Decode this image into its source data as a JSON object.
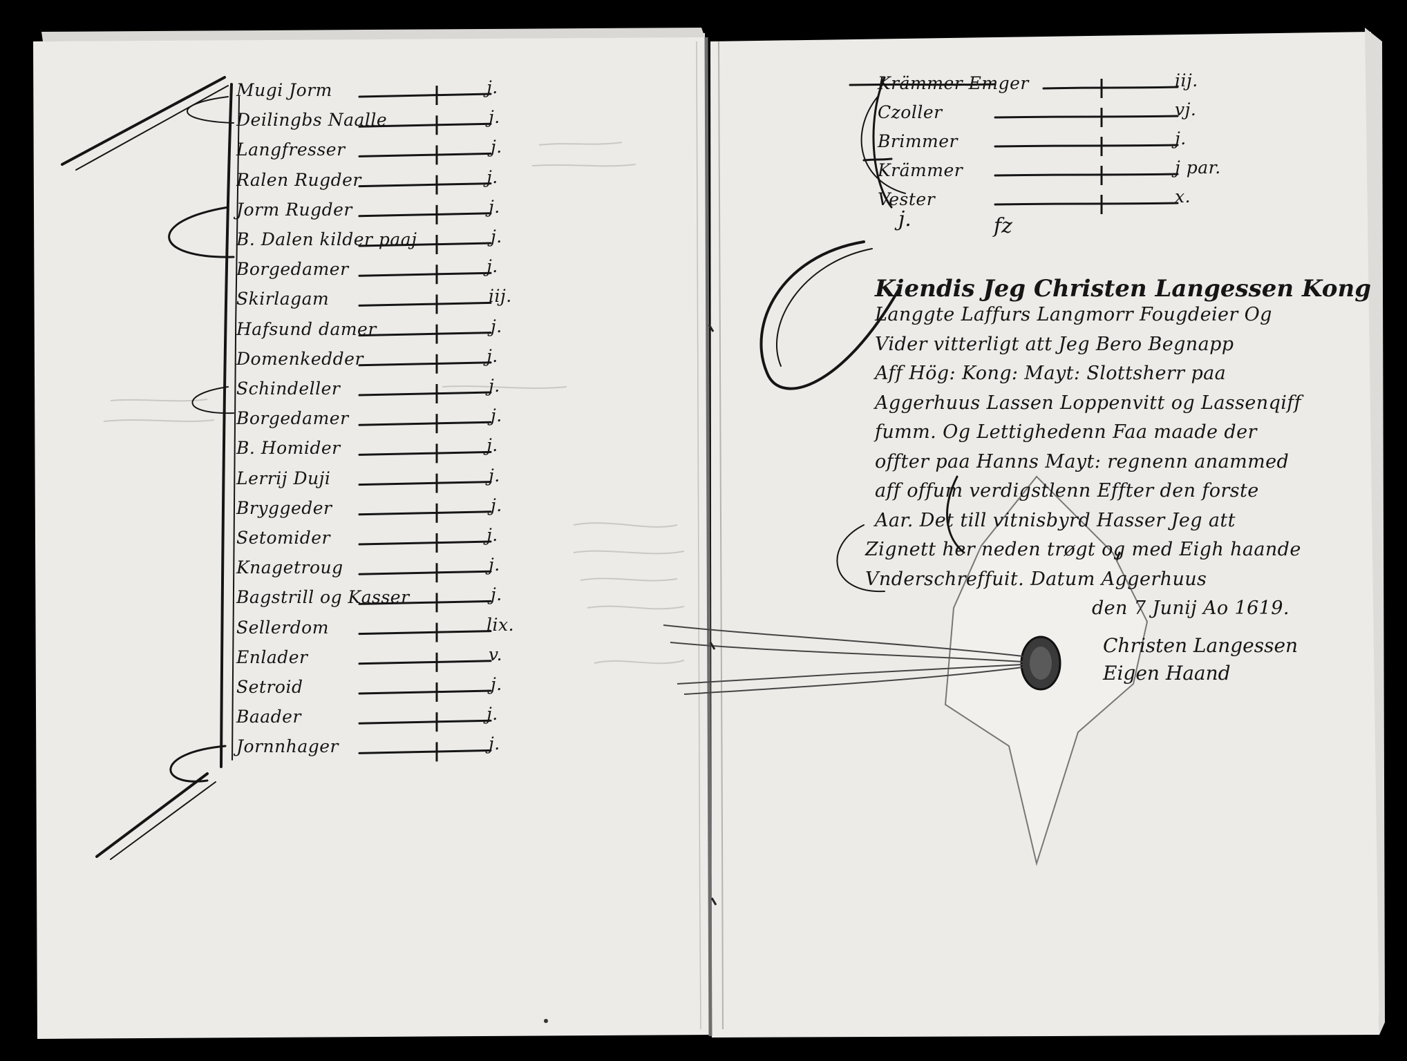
{
  "left_page": {
    "entries": [
      {
        "name": "Mugi Jorm",
        "mark": "j."
      },
      {
        "name": "Deilingbs Naalle",
        "mark": "j."
      },
      {
        "name": "Langfresser",
        "mark": "j."
      },
      {
        "name": "Ralen Rugder",
        "mark": "j."
      },
      {
        "name": "Jorm Rugder",
        "mark": "j."
      },
      {
        "name": "B. Dalen kilder paaj",
        "mark": "j."
      },
      {
        "name": "Borgedamer",
        "mark": "j."
      },
      {
        "name": "Skirlagam",
        "mark": "iij."
      },
      {
        "name": "Hafsund damer",
        "mark": "j."
      },
      {
        "name": "Domenkedder",
        "mark": "j."
      },
      {
        "name": "Schindeller",
        "mark": "j."
      },
      {
        "name": "Borgedamer",
        "mark": "j."
      },
      {
        "name": "B. Homider",
        "mark": "j."
      },
      {
        "name": "Lerrij Duji",
        "mark": "j."
      },
      {
        "name": "Bryggeder",
        "mark": "j."
      },
      {
        "name": "Setomider",
        "mark": "j."
      },
      {
        "name": "Knagetroug",
        "mark": "j."
      },
      {
        "name": "Bagstrill og Kasser",
        "mark": "j."
      },
      {
        "name": "Sellerdom",
        "mark": "lix."
      },
      {
        "name": "Enlader",
        "mark": "v."
      },
      {
        "name": "Setroid",
        "mark": "j."
      },
      {
        "name": "Baader",
        "mark": "j."
      },
      {
        "name": "Jornnhager",
        "mark": "j."
      }
    ]
  },
  "right_page": {
    "entries": [
      {
        "name": "Krämmer Emger",
        "mark": "iij."
      },
      {
        "name": "Czoller",
        "mark": "vj."
      },
      {
        "name": "Brimmer",
        "mark": "j."
      },
      {
        "name": "Krämmer",
        "mark": "j par."
      },
      {
        "name": "Vester",
        "mark": "x."
      }
    ],
    "closing_mark": "j.",
    "flourish_mark": "fz",
    "heading": "Kiendis Jeg Christen Langessen Kong",
    "letter_lines": [
      "Langgte Laffurs Langmorr Fougdeier Og",
      "Vider vitterligt att Jeg Bero Begnapp",
      "Aff Hög: Kong: Mayt: Slottsherr paa",
      "Aggerhuus Lassen Loppenvitt og Lassenqiff",
      "fumm. Og Lettighedenn Faa maade der",
      "offter paa Hanns Mayt: regnenn anammed",
      "aff offum verdigstlenn Effter den forste",
      "Aar. Det till vitnisbyrd Hasser Jeg att",
      "Zignett her neden trøgt og med Eigh haande",
      "Vnderschreffuit. Datum Aggerhuus",
      "den 7 Junij Ao 1619."
    ],
    "signature_lines": [
      "Christen Langessen",
      "Eigen Haand"
    ]
  }
}
